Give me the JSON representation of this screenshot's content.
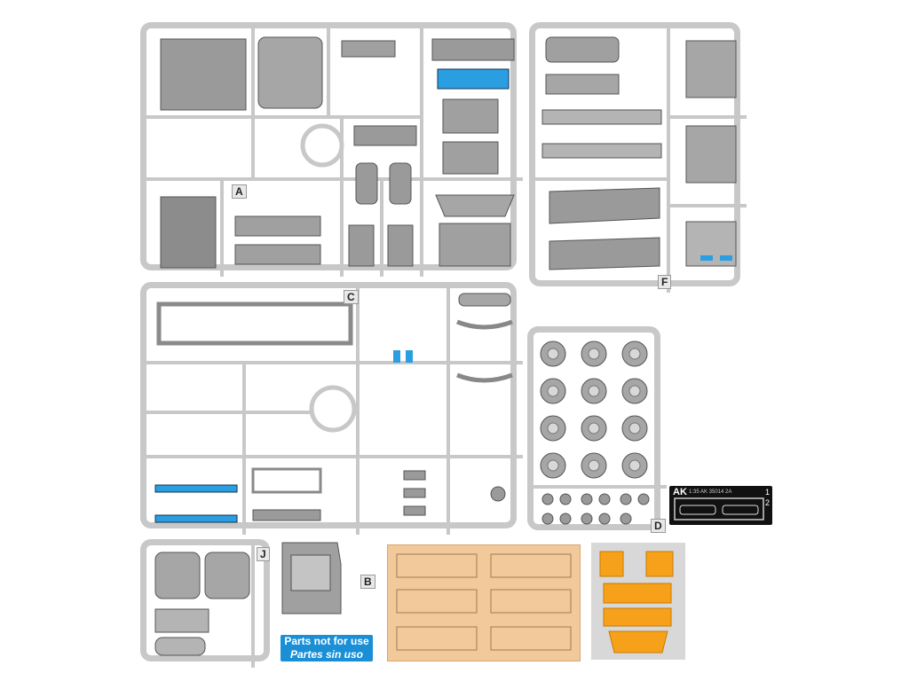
{
  "title": "",
  "sprue_letters": {
    "a": "A",
    "b": "B",
    "c": "C",
    "d": "D",
    "f": "F",
    "j": "J"
  },
  "not_for_use": {
    "line1": "Parts not for use",
    "line2": "Partes sin uso"
  },
  "photo_etch": {
    "brand": "AK",
    "code": "1:35 AK 35014 2A",
    "frets": [
      "1",
      "2"
    ]
  },
  "colors": {
    "sprue": "#c8c8c8",
    "part": "#9a9a9a",
    "highlight": "#2a9ee0",
    "decal": "#f2c99a",
    "mask": "#f7a11a",
    "badge": "#1a8fd6"
  }
}
